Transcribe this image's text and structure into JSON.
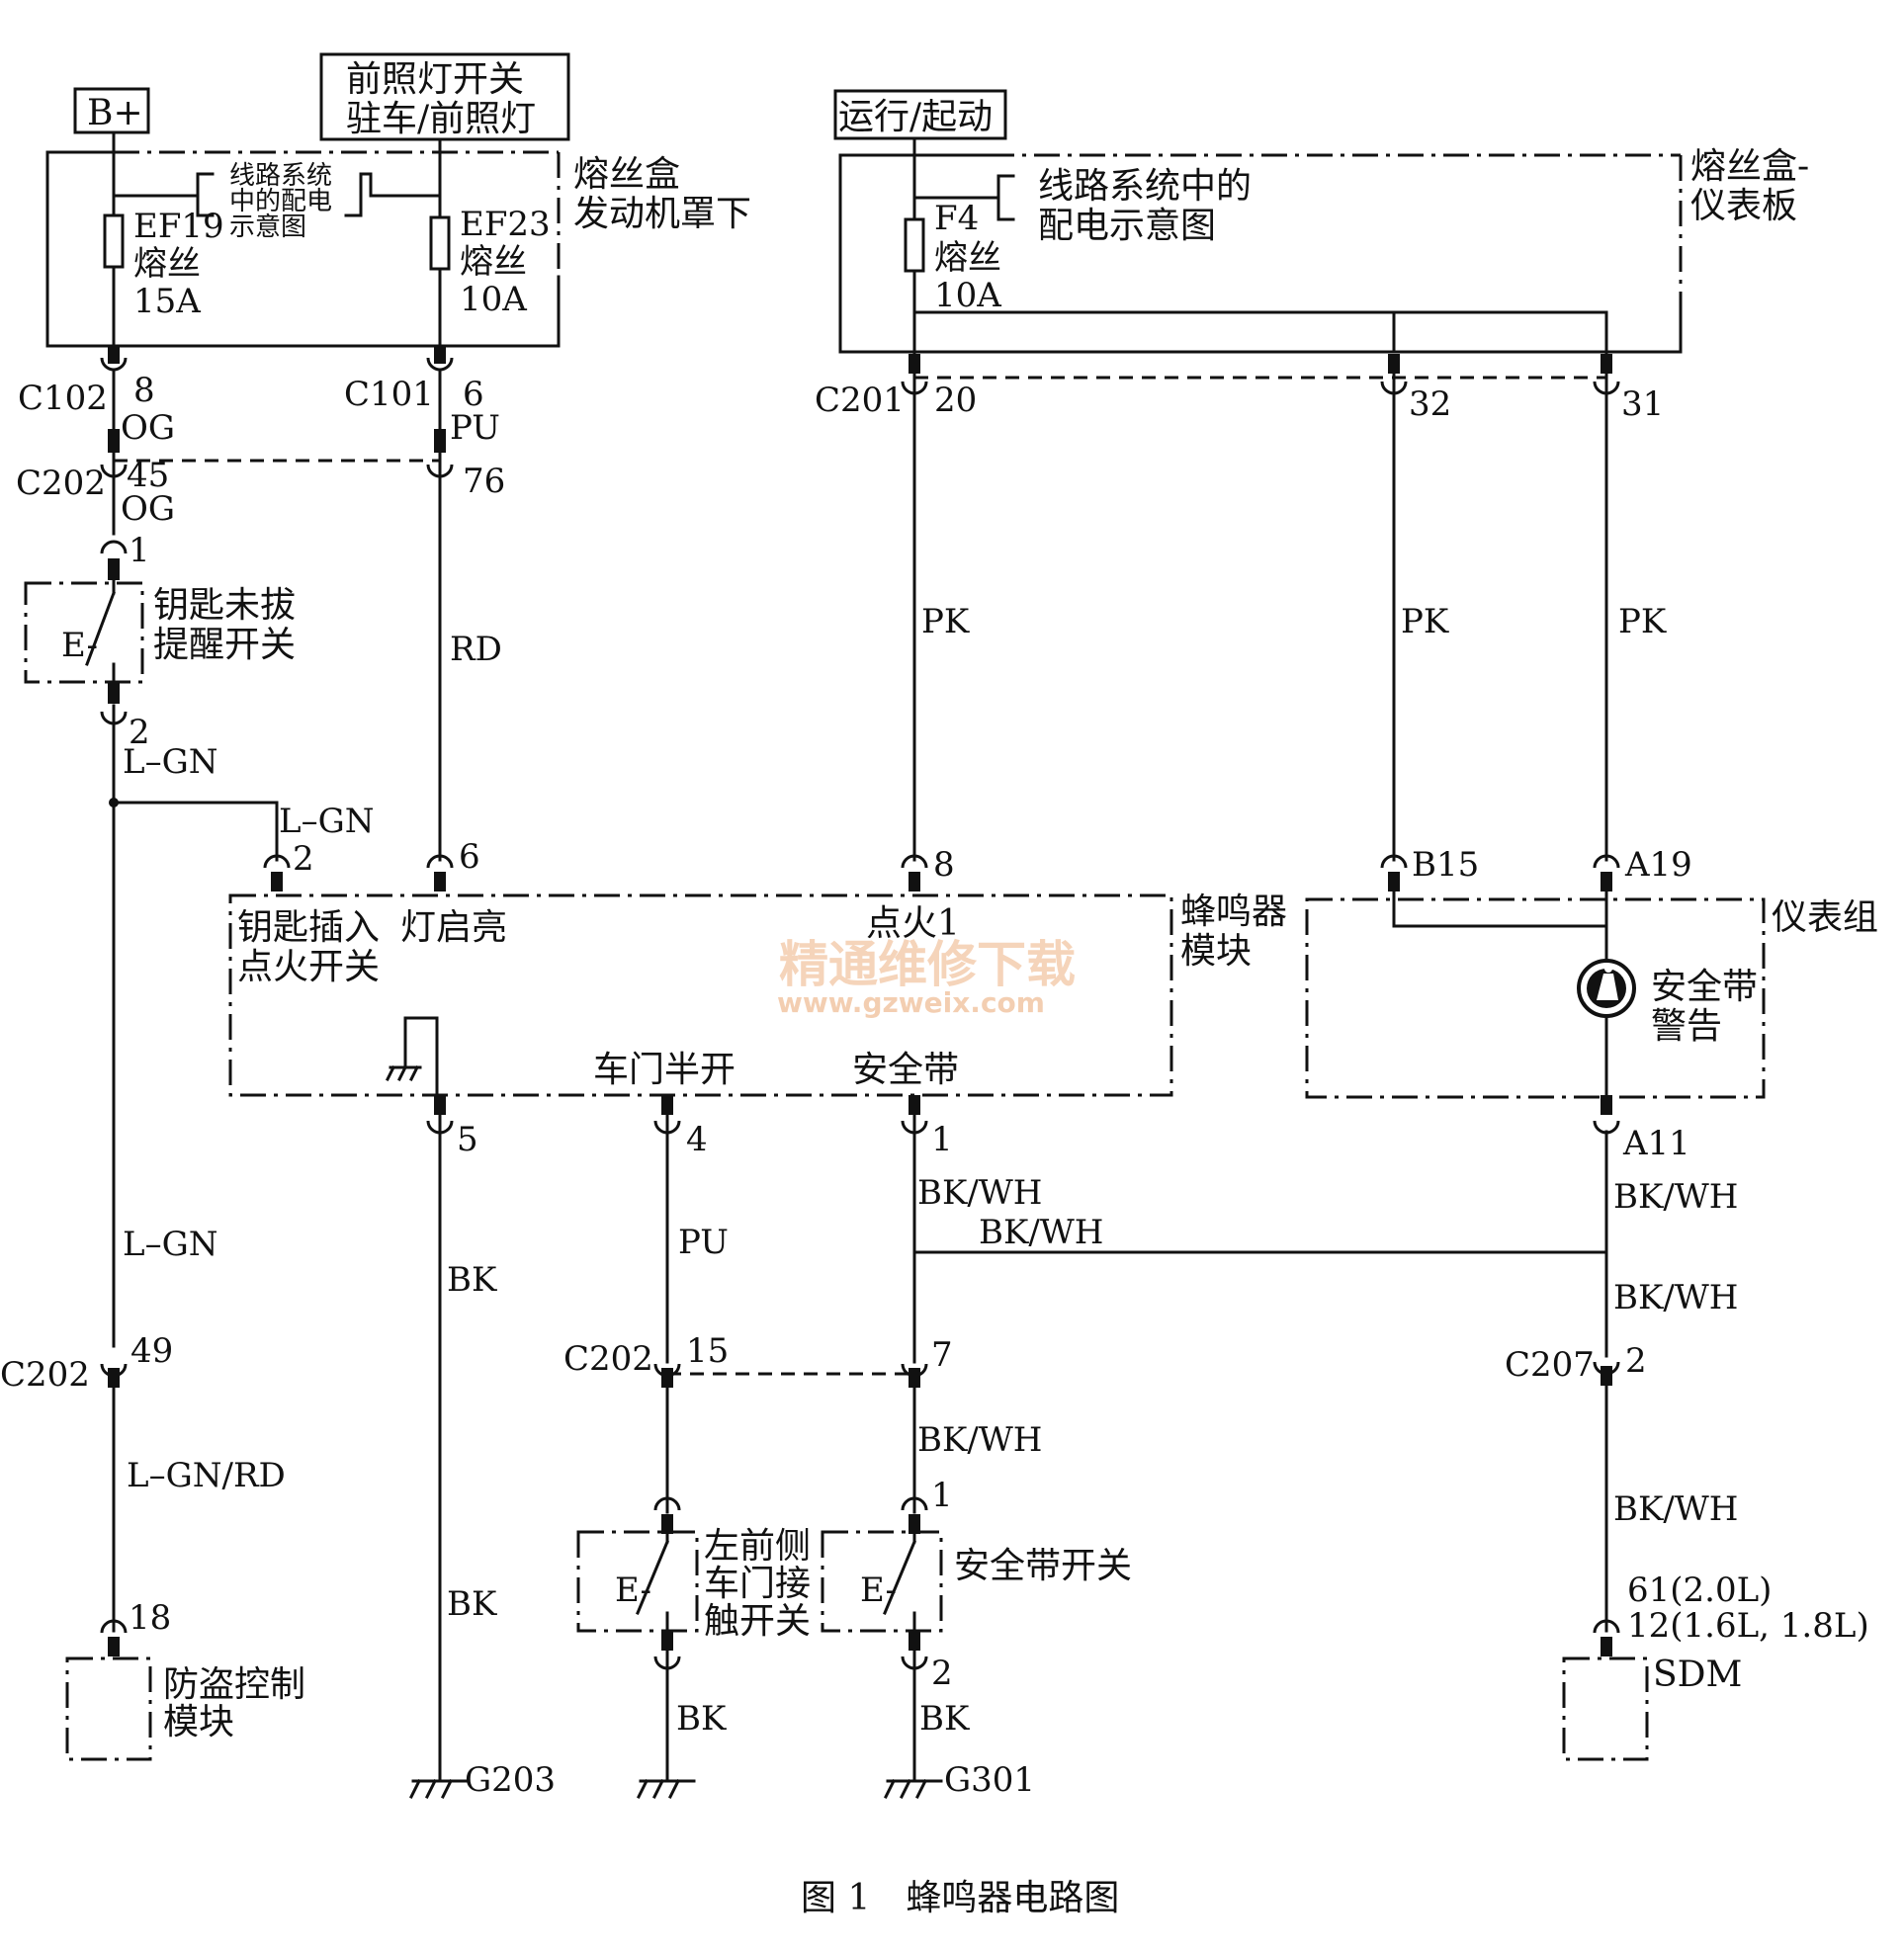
{
  "boxes": {
    "b_plus": "B+",
    "headlamp_switch": [
      "前照灯开关",
      "驻车/前照灯"
    ],
    "run_start": "运行/起动",
    "fuse_box_engine": [
      "熔丝盒",
      "发动机罩下"
    ],
    "fuse_box_dash": [
      "熔丝盒-",
      "仪表板"
    ],
    "power_dist_note_small": [
      "线路系统",
      "中的配电",
      "示意图"
    ],
    "power_dist_note": [
      "线路系统中的",
      "配电示意图"
    ]
  },
  "fuses": {
    "ef19": [
      "EF19",
      "熔丝",
      "15A"
    ],
    "ef23": [
      "EF23",
      "熔丝",
      "10A"
    ],
    "f4": [
      "F4",
      "熔丝",
      "10A"
    ]
  },
  "connectors": {
    "c102": "C102",
    "c101": "C101",
    "c202": "C202",
    "c201": "C201",
    "c207": "C207"
  },
  "pins": {
    "p8a": "8",
    "p6a": "6",
    "p45": "45",
    "p76": "76",
    "p1a": "1",
    "p2a": "2",
    "p20": "20",
    "p32": "32",
    "p31": "31",
    "p2b": "2",
    "p6b": "6",
    "p8b": "8",
    "pb15": "B15",
    "pa19": "A19",
    "p5": "5",
    "p4": "4",
    "p1b": "1",
    "pa11": "A11",
    "p49": "49",
    "p15": "15",
    "p7": "7",
    "p2c": "2",
    "p1c": "1",
    "p2d": "2",
    "p18": "18",
    "sdm_pin": [
      "61(2.0L)",
      "12(1.6L, 1.8L)"
    ]
  },
  "wires": {
    "og1": "OG",
    "og2": "OG",
    "pu1": "PU",
    "rd": "RD",
    "lgn1": "L–GN",
    "lgn2": "L–GN",
    "lgn3": "L–GN",
    "lgnrd": "L–GN/RD",
    "pk1": "PK",
    "pk2": "PK",
    "pk3": "PK",
    "bk1": "BK",
    "bk2": "BK",
    "bk3": "BK",
    "bk4": "BK",
    "pu2": "PU",
    "bkwh1": "BK/WH",
    "bkwh2": "BK/WH",
    "bkwh3": "BK/WH",
    "bkwh4": "BK/WH",
    "bkwh5": "BK/WH",
    "bkwh6": "BK/WH"
  },
  "components": {
    "key_reminder_switch": [
      "钥匙未拔",
      "提醒开关"
    ],
    "buzzer_module": [
      "蜂鸣器",
      "模块"
    ],
    "key_inserted": [
      "钥匙插入",
      "点火开关"
    ],
    "lights_on": "灯启亮",
    "ignition1": "点火1",
    "door_ajar": "车门半开",
    "seatbelt": "安全带",
    "cluster": "仪表组",
    "seatbelt_warning": [
      "安全带",
      "警告"
    ],
    "theft_module": [
      "防盗控制",
      "模块"
    ],
    "door_switch": [
      "左前侧",
      "车门接",
      "触开关"
    ],
    "seatbelt_switch": "安全带开关",
    "sdm": "SDM",
    "switch_glyph": "E-"
  },
  "grounds": {
    "g203": "G203",
    "g301": "G301"
  },
  "watermark": {
    "cn": "精通维修下载",
    "url": "www.gzweix.com"
  },
  "caption": "图 1　蜂鸣器电路图"
}
